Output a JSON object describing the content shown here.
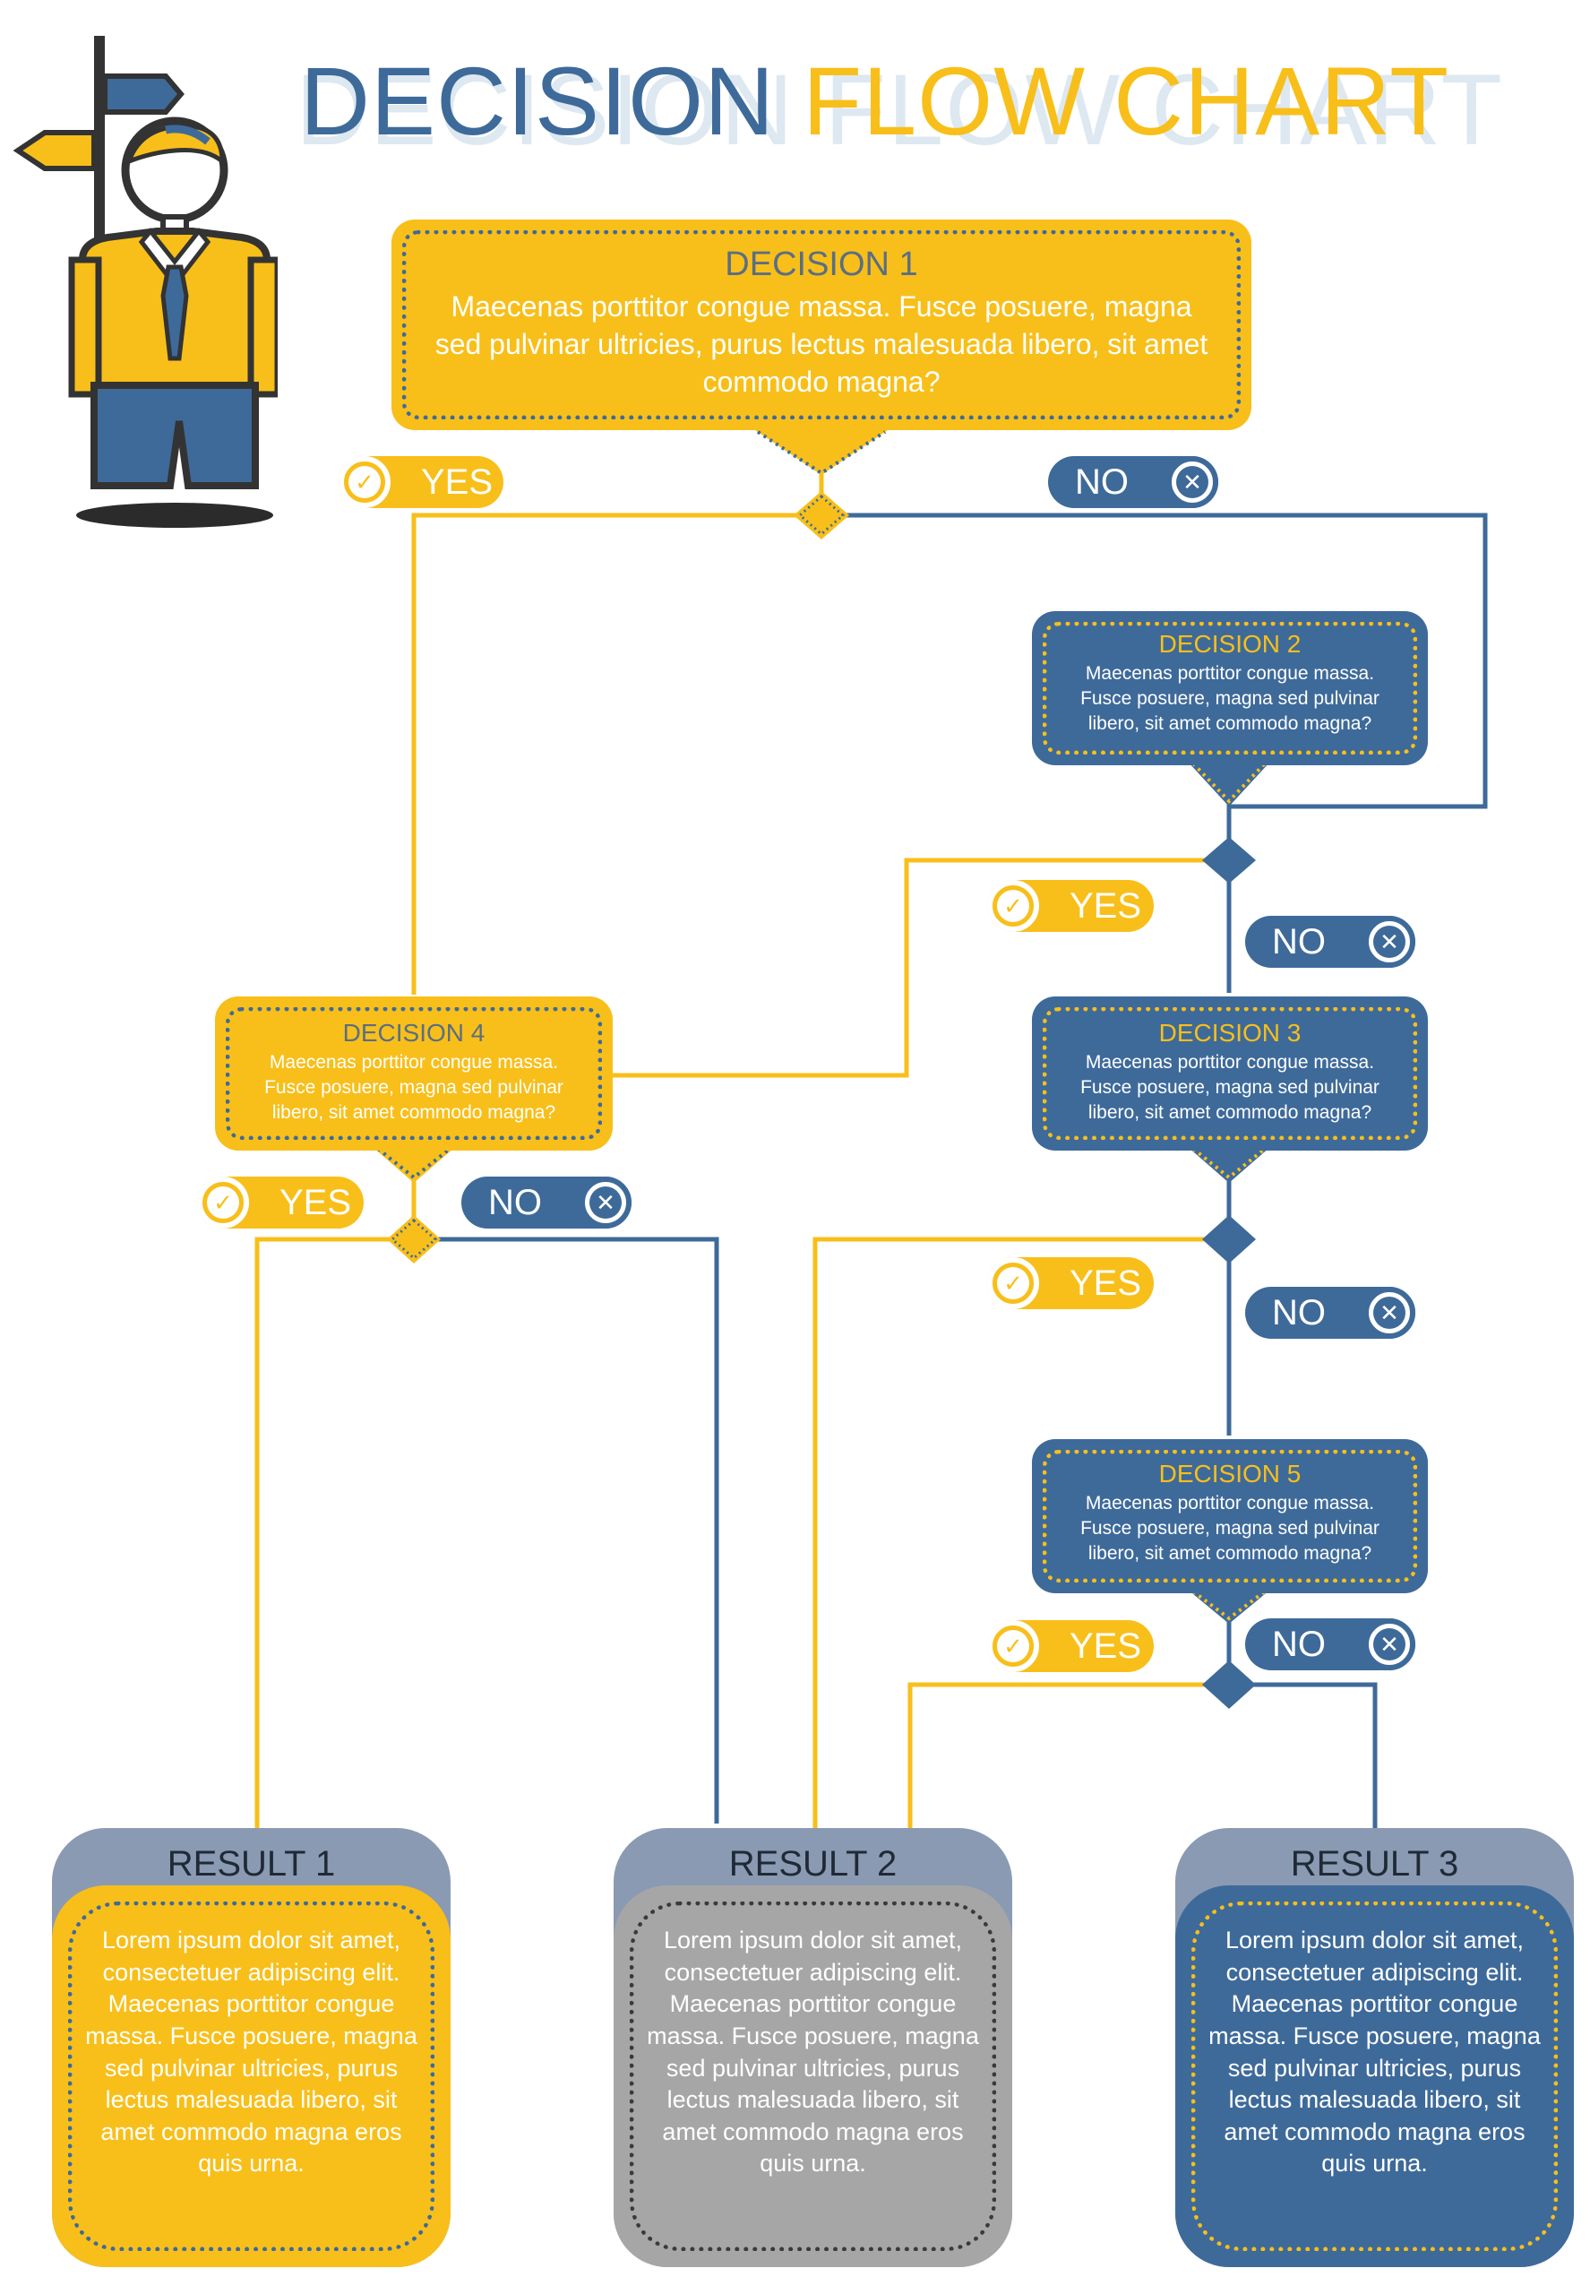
{
  "title": {
    "part1": "DECISION",
    "part2": "FLOW CHART"
  },
  "decisions": [
    {
      "title": "DECISION 1",
      "text": "Maecenas porttitor congue massa. Fusce posuere, magna sed pulvinar ultricies, purus lectus malesuada libero, sit amet commodo magna?"
    },
    {
      "title": "DECISION 2",
      "text": "Maecenas porttitor congue massa. Fusce posuere, magna sed pulvinar libero, sit amet commodo magna?"
    },
    {
      "title": "DECISION 3",
      "text": "Maecenas porttitor congue massa. Fusce posuere, magna sed pulvinar libero, sit amet commodo magna?"
    },
    {
      "title": "DECISION 4",
      "text": "Maecenas porttitor congue massa. Fusce posuere, magna sed pulvinar libero, sit amet commodo magna?"
    },
    {
      "title": "DECISION 5",
      "text": "Maecenas porttitor congue massa. Fusce posuere, magna sed pulvinar libero, sit amet commodo magna?"
    }
  ],
  "labels": {
    "yes": "YES",
    "no": "NO"
  },
  "results": [
    {
      "title": "RESULT 1",
      "text": "Lorem ipsum dolor sit amet, consectetuer adipiscing elit. Maecenas porttitor congue massa. Fusce posuere, magna sed pulvinar ultricies, purus lectus malesuada libero, sit amet commodo magna eros quis urna."
    },
    {
      "title": "RESULT 2",
      "text": "Lorem ipsum dolor sit amet, consectetuer adipiscing elit. Maecenas porttitor congue massa. Fusce posuere, magna sed pulvinar ultricies, purus lectus malesuada libero, sit amet commodo magna eros quis urna."
    },
    {
      "title": "RESULT 3",
      "text": "Lorem ipsum dolor sit amet, consectetuer adipiscing elit. Maecenas porttitor congue massa. Fusce posuere, magna sed pulvinar ultricies, purus lectus malesuada libero, sit amet commodo magna eros quis urna."
    }
  ],
  "icons": {
    "yes": "check-icon",
    "no": "close-icon",
    "figure": "person-with-signpost-icon"
  },
  "colors": {
    "yellow": "#f8bf1a",
    "blue": "#3e6a9a",
    "grey": "#a6a6a6",
    "header_grey": "#8a9ab3",
    "dark": "#333333"
  }
}
